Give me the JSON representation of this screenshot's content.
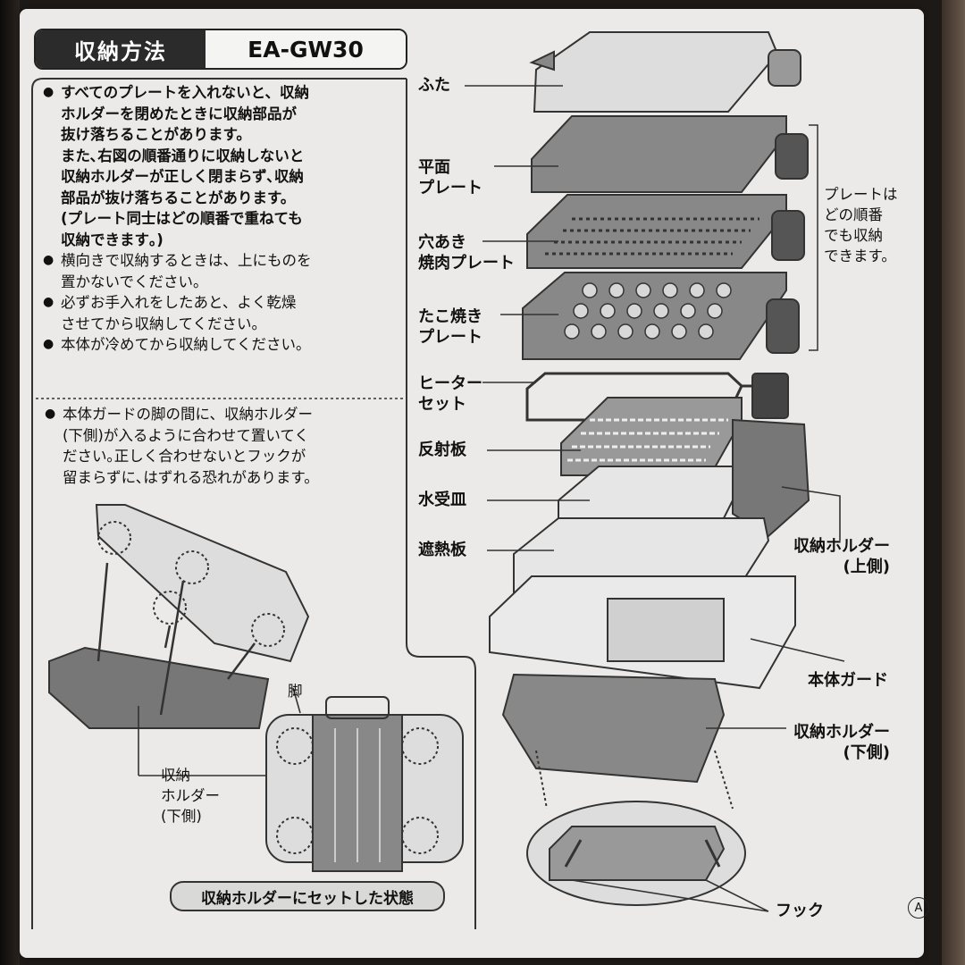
{
  "header": {
    "section_title": "収納方法",
    "model": "EA-GW30"
  },
  "notes": [
    "すべてのプレートを入れないと、収納\nホルダーを閉めたときに収納部品が\n抜け落ちることがあります。\nまた､右図の順番通りに収納しないと\n収納ホルダーが正しく閉まらず､収納\n部品が抜け落ちることがあります。\n(プレート同士はどの順番で重ねても\n収納できます｡)",
    "横向きで収納するときは、上にものを\n置かないでください。",
    "必ずお手入れをしたあと、よく乾燥\nさせてから収納してください。",
    "本体が冷めてから収納してください。"
  ],
  "lower_note": "本体ガードの脚の間に、収納ホルダー\n(下側)が入るように合わせて置いてく\nださい｡正しく合わせないとフックが\n留まらずに､はずれる恐れがあります。",
  "left_labels": {
    "leg": "脚",
    "holder_lower": "収納\nホルダー\n(下側)",
    "set_state": "収納ホルダーにセットした状態"
  },
  "parts": {
    "lid": "ふた",
    "flat_plate": "平面\nプレート",
    "grill_plate": "穴あき\n焼肉プレート",
    "takoyaki_plate": "たこ焼き\nプレート",
    "heater_set": "ヒーター\nセット",
    "reflector": "反射板",
    "drip_tray": "水受皿",
    "heat_shield": "遮熱板",
    "holder_upper": "収納ホルダー\n(上側)",
    "body_guard": "本体ガード",
    "holder_lower": "収納ホルダー\n(下側)",
    "hook": "フック"
  },
  "plate_order_note": "プレートは\nどの順番\nでも収納\nできます。",
  "corner_mark": "A"
}
